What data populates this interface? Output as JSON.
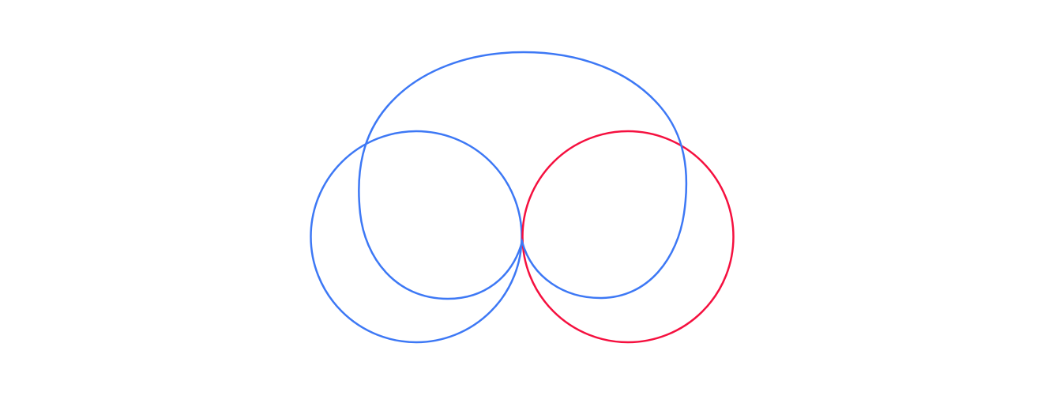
{
  "diagram": {
    "colors": {
      "blue": "#3d78f5",
      "red": "#f5103f",
      "background": "#ffffff"
    },
    "shapes": [
      {
        "name": "left-circle",
        "kind": "circle",
        "color": "blue"
      },
      {
        "name": "right-circle",
        "kind": "circle",
        "color": "red"
      },
      {
        "name": "outer-loop-curve",
        "kind": "closed curve with cusp",
        "color": "blue"
      }
    ]
  }
}
